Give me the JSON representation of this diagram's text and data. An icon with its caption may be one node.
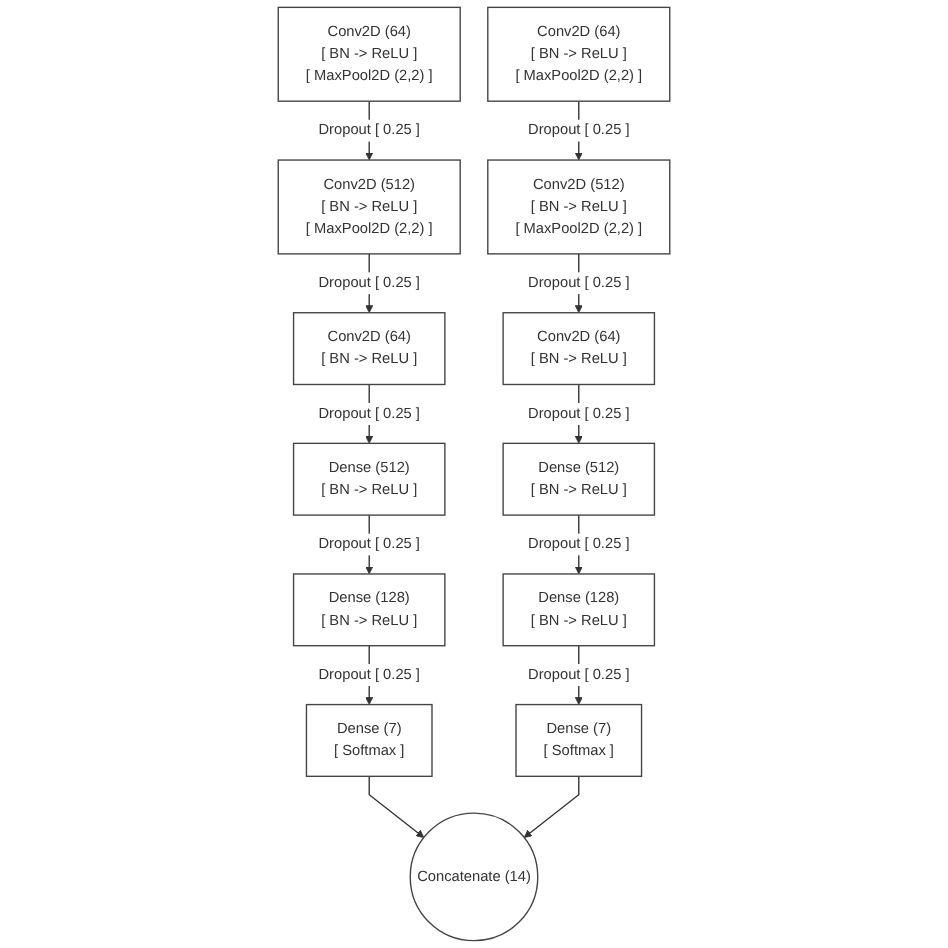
{
  "diagram": {
    "nodes": [
      {
        "text": [
          "Conv2D (64)",
          "[ BN -> ReLU ]",
          "[ MaxPool2D (2,2) ]"
        ]
      },
      {
        "text": [
          "Conv2D (64)",
          "[ BN -> ReLU ]",
          "[ MaxPool2D (2,2) ]"
        ]
      },
      {
        "text": [
          "Conv2D (512)",
          "[ BN -> ReLU ]",
          "[ MaxPool2D (2,2) ]"
        ]
      },
      {
        "text": [
          "Conv2D (512)",
          "[ BN -> ReLU ]",
          "[ MaxPool2D (2,2) ]"
        ]
      },
      {
        "text": [
          "Conv2D (64)",
          "[ BN -> ReLU ]"
        ]
      },
      {
        "text": [
          "Conv2D (64)",
          "[ BN -> ReLU ]"
        ]
      },
      {
        "text": [
          "Dense (512)",
          "[ BN -> ReLU ]"
        ]
      },
      {
        "text": [
          "Dense (512)",
          "[ BN -> ReLU ]"
        ]
      },
      {
        "text": [
          "Dense (128)",
          "[ BN -> ReLU ]"
        ]
      },
      {
        "text": [
          "Dense (128)",
          "[ BN -> ReLU ]"
        ]
      },
      {
        "text": [
          "Dense (7)",
          "[ Softmax ]"
        ]
      },
      {
        "text": [
          "Concatenate (14)"
        ]
      },
      {
        "text": [
          "Dense (7)",
          "[ Softmax ]"
        ]
      }
    ],
    "edges": [
      {
        "from": 0,
        "to": 2,
        "arrow": "to",
        "label": "Dropout [ 0.25 ]"
      },
      {
        "from": 2,
        "to": 4,
        "arrow": "to",
        "label": "Dropout [ 0.25 ]"
      },
      {
        "from": 4,
        "to": 6,
        "arrow": "to",
        "label": "Dropout [ 0.25 ]"
      },
      {
        "from": 6,
        "to": 8,
        "arrow": "to",
        "label": "Dropout [ 0.25 ]"
      },
      {
        "from": 8,
        "to": 10,
        "arrow": "to",
        "label": "Dropout [ 0.25 ]"
      },
      {
        "from": 1,
        "to": 3,
        "arrow": "to",
        "label": "Dropout [ 0.25 ]"
      },
      {
        "from": 3,
        "to": 5,
        "arrow": "to",
        "label": "Dropout [ 0.25 ]"
      },
      {
        "from": 5,
        "to": 7,
        "arrow": "to",
        "label": "Dropout [ 0.25 ]"
      },
      {
        "from": 7,
        "to": 9,
        "arrow": "to",
        "label": "Dropout [ 0.25 ]"
      },
      {
        "from": 9,
        "to": 12,
        "arrow": "to",
        "label": "Dropout [ 0.25 ]"
      },
      {
        "from": 10,
        "to": 11,
        "arrow": "to"
      },
      {
        "from": 12,
        "to": 11,
        "arrow": "to"
      }
    ]
  }
}
